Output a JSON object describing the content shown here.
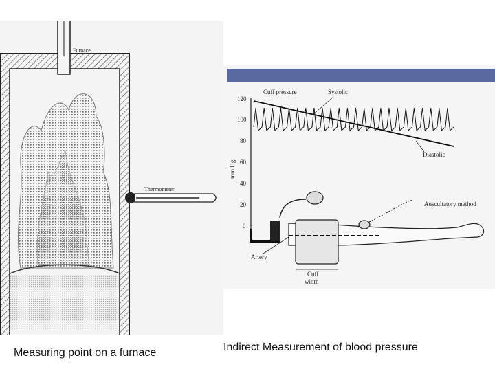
{
  "slide": {
    "caption_left": "Measuring point on a furnace",
    "caption_right": "Indirect Measurement of blood pressure",
    "accent_color": "#5a6aa0"
  },
  "furnace_diagram": {
    "furnace_label": "Furnace",
    "thermometer_label": "Thermometer"
  },
  "bp_diagram": {
    "cuff_pressure_label": "Cuff pressure",
    "systolic_label": "Systolic",
    "diastolic_label": "Diastolic",
    "axis_label": "mm Hg",
    "axis_ticks": [
      "120",
      "100",
      "80",
      "60",
      "40",
      "20",
      "0"
    ],
    "auscultatory_label": "Auscultatory method",
    "artery_label": "Artery",
    "cuff_width_label_1": "Cuff",
    "cuff_width_label_2": "width"
  }
}
